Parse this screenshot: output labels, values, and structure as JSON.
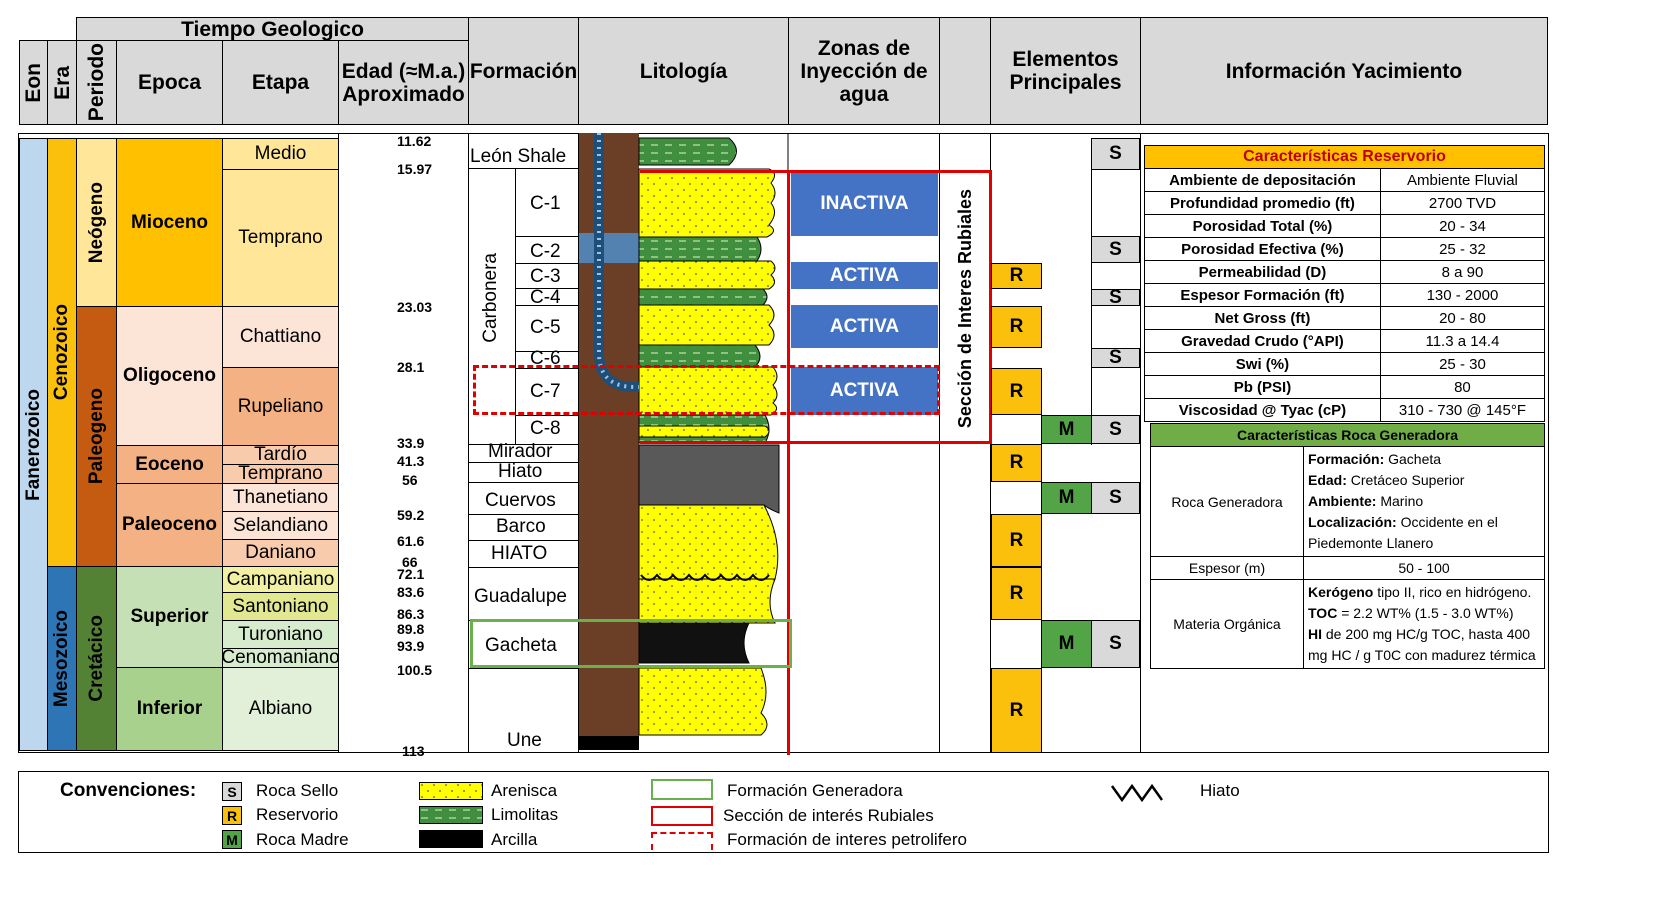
{
  "header": {
    "tiempo": "Tiempo Geologico",
    "eon": "Eon",
    "era": "Era",
    "periodo": "Periodo",
    "epoca": "Epoca",
    "etapa": "Etapa",
    "edad": "Edad (≈M.a.) Aproximado",
    "formacion": "Formación",
    "litologia": "Litología",
    "zonas": "Zonas de Inyección de agua",
    "elementos": "Elementos Principales",
    "informacion": "Información Yacimiento"
  },
  "eon": "Fanerozoico",
  "eras": [
    "Cenozoico",
    "Mesozoico"
  ],
  "periods": [
    "Neógeno",
    "Paleogeno",
    "Cretácico"
  ],
  "epochs": [
    "Mioceno",
    "Oligoceno",
    "Eoceno",
    "Paleoceno",
    "Superior",
    "Inferior"
  ],
  "stages": [
    "Medio",
    "Temprano",
    "Chattiano",
    "Rupeliano",
    "Tardío",
    "Temprano",
    "Thanetiano",
    "Selandiano",
    "Daniano",
    "Campaniano",
    "Santoniano",
    "Turoniano",
    "Cenomaniano",
    "Albiano"
  ],
  "ages": [
    "11.62",
    "15.97",
    "23.03",
    "28.1",
    "33.9",
    "41.3",
    "56",
    "59.2",
    "61.6",
    "66",
    "72.1",
    "83.6",
    "86.3",
    "89.8",
    "93.9",
    "100.5",
    "113"
  ],
  "formations": {
    "leon": "León Shale",
    "carbonera": "Carbonera",
    "members": [
      "C-1",
      "C-2",
      "C-3",
      "C-4",
      "C-5",
      "C-6",
      "C-7",
      "C-8"
    ],
    "others": [
      "Mirador",
      "Hiato",
      "Cuervos",
      "Barco",
      "HIATO",
      "Guadalupe",
      "Gacheta",
      "Une"
    ]
  },
  "injection": [
    "INACTIVA",
    "ACTIVA",
    "ACTIVA",
    "ACTIVA"
  ],
  "seccion": "Sección de Interes Rubiales",
  "elements": {
    "R": "R",
    "M": "M",
    "S": "S"
  },
  "reservorio": {
    "title": "Características Reservorio",
    "rows": [
      {
        "k": "Ambiente de depositación",
        "v": "Ambiente Fluvial"
      },
      {
        "k": "Profundidad promedio (ft)",
        "v": "2700 TVD"
      },
      {
        "k": "Porosidad Total (%)",
        "v": "20 - 34"
      },
      {
        "k": "Porosidad Efectiva (%)",
        "v": "25 - 32"
      },
      {
        "k": "Permeabilidad (D)",
        "v": "8 a 90"
      },
      {
        "k": "Espesor Formación (ft)",
        "v": "130 - 2000"
      },
      {
        "k": "Net Gross (ft)",
        "v": "20 - 80"
      },
      {
        "k": "Gravedad Crudo (°API)",
        "v": "11.3 a 14.4"
      },
      {
        "k": "Swi (%)",
        "v": "25 - 30"
      },
      {
        "k": "Pb (PSI)",
        "v": "80"
      },
      {
        "k": "Viscosidad @ Tyac (cP)",
        "v": "310 - 730 @ 145°F"
      }
    ]
  },
  "generadora": {
    "title": "Características Roca Generadora",
    "roca_label": "Roca Generadora",
    "formacion_k": "Formación:",
    "formacion_v": "Gacheta",
    "edad_k": "Edad:",
    "edad_v": "Cretáceo Superior",
    "ambiente_k": "Ambiente:",
    "ambiente_v": "Marino",
    "loc_k": "Localización:",
    "loc_v": "Occidente en el Piedemonte Llanero",
    "espesor_label": "Espesor (m)",
    "espesor_v": "50 - 100",
    "materia_label": "Materia Orgánica",
    "ker_k": "Kerógeno",
    "ker_v": "tipo II, rico en hidrógeno.",
    "toc_k": "TOC",
    "toc_v": "= 2.2 WT% (1.5 - 3.0 WT%)",
    "hi_k": "HI",
    "hi_v": "de 200 mg HC/g TOC, hasta 400 mg HC / g T0C con madurez térmica"
  },
  "legend": {
    "title": "Convenciones:",
    "sello": "Roca Sello",
    "reservorio": "Reservorio",
    "madre": "Roca Madre",
    "arenisca": "Arenisca",
    "limolitas": "Limolitas",
    "arcilla": "Arcilla",
    "generadora": "Formación Generadora",
    "seccion": "Sección de interés Rubiales",
    "interes": "Formación de interes petrolifero",
    "hiato": "Hiato"
  },
  "colors": {
    "fanerozoico": "#bdd7ee",
    "cenozoico": "#fbc00b",
    "mesozoico": "#2e75b6",
    "neogeno": "#ffe699",
    "paleogeno": "#c55a11",
    "cretacico": "#548235",
    "mioceno": "#ffc000",
    "oligoceno": "#fce4d6",
    "eoceno": "#f4b183",
    "paleoceno": "#f4b183",
    "superior": "#c5e0b4",
    "inferior": "#a9d18e",
    "activa": "#4472c4",
    "arenisca": "#ffff00",
    "limolitas": "#3f8f3f",
    "arcilla": "#000000"
  }
}
